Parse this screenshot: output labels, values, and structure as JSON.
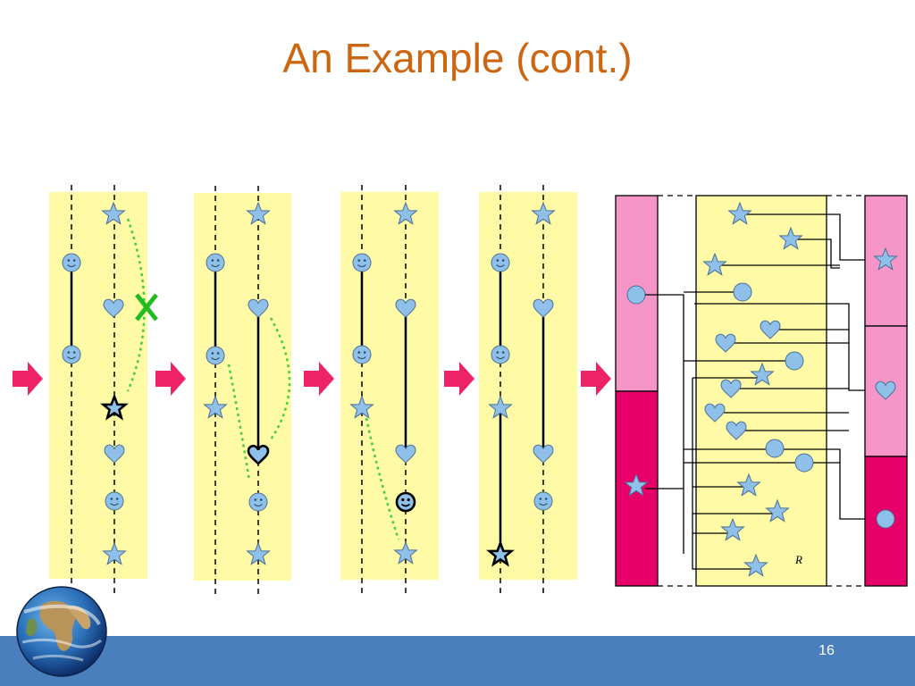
{
  "slide": {
    "title": "An Example (cont.)",
    "page_number": "16"
  },
  "diagram": {
    "region_label": "R",
    "removed_mark": "X",
    "symbol_kinds": [
      "star",
      "smiley",
      "heart",
      "circle"
    ],
    "colors": {
      "title": "#cc6611",
      "panel": "#fefaa6",
      "symbol_fill": "#8ec0ea",
      "arrow": "#ee2266",
      "dotted": "#44cc44",
      "x_mark": "#22bb22",
      "bar_light": "#f595c8",
      "bar_dark": "#e8006a",
      "footer": "#4a7fbd"
    }
  }
}
